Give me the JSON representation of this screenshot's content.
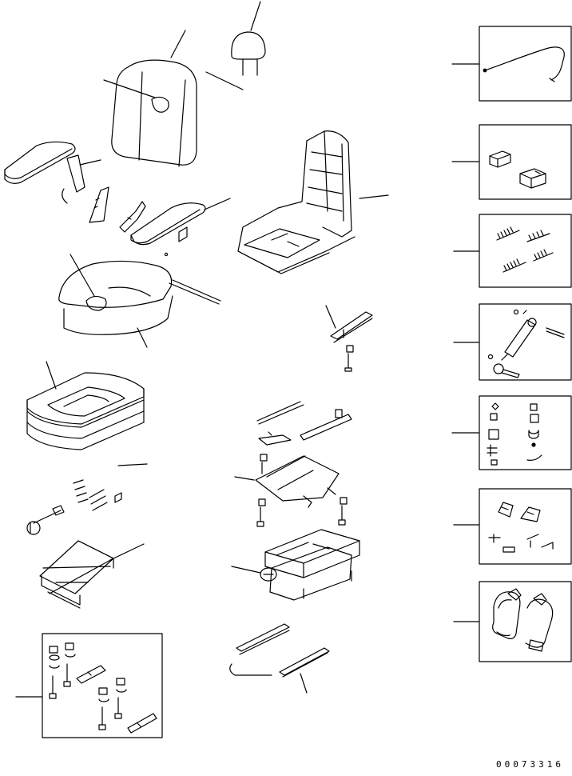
{
  "drawing_number": "00073316",
  "colors": {
    "ink": "#000000",
    "paper": "#ffffff"
  },
  "parts": [
    "cable-assembly",
    "cap-clips",
    "springs",
    "shock-absorber",
    "hardware-kit",
    "brackets",
    "seat-belt",
    "mounting-hardware-kit",
    "headrest",
    "backrest-cushion",
    "armrest-left",
    "armrest-right",
    "seat-frame",
    "seat-cushion",
    "foam-pad",
    "adjuster-set",
    "scissor-linkage",
    "bracket-bolt",
    "slide-assembly",
    "suspension-base",
    "seat-rails"
  ]
}
